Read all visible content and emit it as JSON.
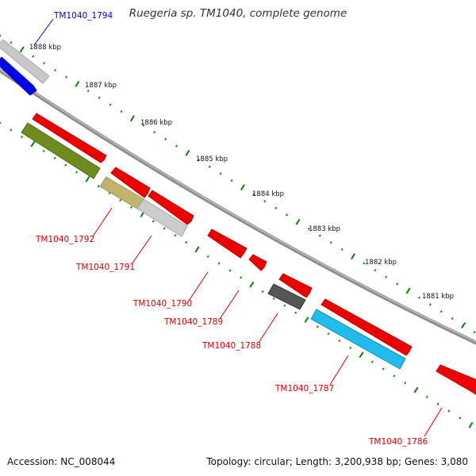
{
  "map": {
    "title": "Ruegeria sp. TM1040, complete genome",
    "accession": "Accession: NC_008044",
    "summary": "Topology: circular; Length: 3,200,938 bp; Genes: 3,080"
  },
  "ticks": [
    {
      "label": "1888 kbp"
    },
    {
      "label": "1887 kbp"
    },
    {
      "label": "1886 kbp"
    },
    {
      "label": "1885 kbp"
    },
    {
      "label": "1884 kbp"
    },
    {
      "label": "1883 kbp"
    },
    {
      "label": "1882 kbp"
    },
    {
      "label": "1881 kbp"
    }
  ],
  "genes": [
    {
      "label": "TM1040_1794",
      "color": "#0000cc"
    },
    {
      "label": "TM1040_1792",
      "color": "#cc0000"
    },
    {
      "label": "TM1040_1791",
      "color": "#cc0000"
    },
    {
      "label": "TM1040_1790",
      "color": "#cc0000"
    },
    {
      "label": "TM1040_1789",
      "color": "#cc0000"
    },
    {
      "label": "TM1040_1788",
      "color": "#cc0000"
    },
    {
      "label": "TM1040_1787",
      "color": "#cc0000"
    },
    {
      "label": "TM1040_1786",
      "color": "#cc0000"
    }
  ],
  "colors": {
    "backbone": "#8c8c8c",
    "tick": "#0a7d0a",
    "red_feature": "#ee0000",
    "blue_feature": "#0000ee",
    "green_feature": "#6e8c1e",
    "khaki_feature": "#c0b46a",
    "light_gray_feature": "#c8c8c8",
    "dark_gray_feature": "#555555",
    "cyan_feature": "#22bbee"
  }
}
